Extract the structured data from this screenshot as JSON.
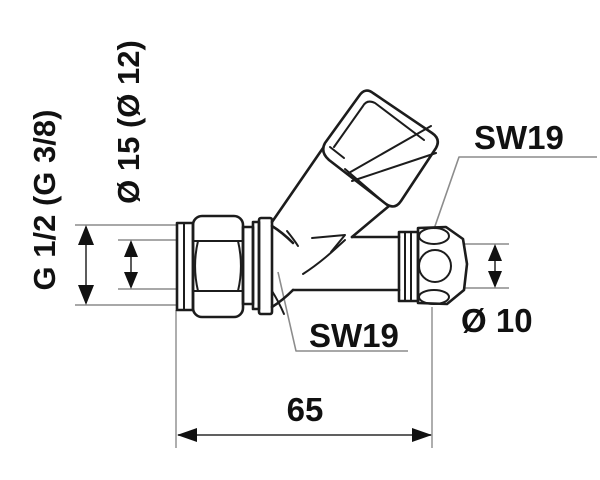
{
  "diagram": {
    "type": "technical-drawing",
    "subject": "angle valve with compression fittings, side view with dimensions",
    "labels": {
      "inlet_thread": "G 1/2 (G 3/8)",
      "inlet_pipe_diameter": "Ø 15 (Ø 12)",
      "wrench_size_outlet_nut": "SW19",
      "wrench_size_body": "SW19",
      "outlet_pipe_diameter": "Ø 10",
      "overall_length": "65"
    },
    "colors": {
      "outline": "#1c1c1c",
      "dimension_lines": "#8c8c8c",
      "text": "#111111",
      "background": "#ffffff"
    }
  }
}
